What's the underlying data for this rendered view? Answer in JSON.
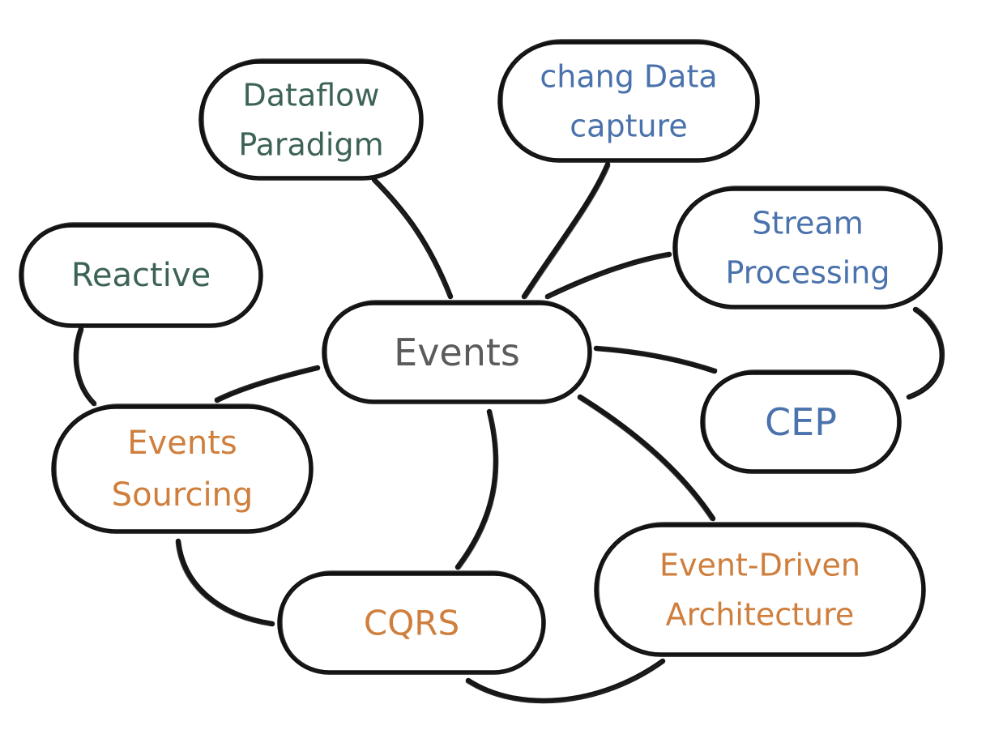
{
  "colors": {
    "center": "#5b5b5b",
    "green": "#3d6358",
    "blue": "#4a72ac",
    "orange": "#cf7e3c",
    "stroke": "#111111"
  },
  "nodes": [
    {
      "id": "events",
      "lines": [
        "Events"
      ],
      "color": "center"
    },
    {
      "id": "dataflow",
      "lines": [
        "Dataflow",
        "Paradigm"
      ],
      "color": "green"
    },
    {
      "id": "change-data-capture",
      "lines": [
        "chang Data",
        "capture"
      ],
      "color": "blue"
    },
    {
      "id": "stream-processing",
      "lines": [
        "Stream",
        "Processing"
      ],
      "color": "blue"
    },
    {
      "id": "reactive",
      "lines": [
        "Reactive"
      ],
      "color": "green"
    },
    {
      "id": "cep",
      "lines": [
        "CEP"
      ],
      "color": "blue"
    },
    {
      "id": "events-sourcing",
      "lines": [
        "Events",
        "Sourcing"
      ],
      "color": "orange"
    },
    {
      "id": "cqrs",
      "lines": [
        "CQRS"
      ],
      "color": "orange"
    },
    {
      "id": "event-driven-architecture",
      "lines": [
        "Event-Driven",
        "Architecture"
      ],
      "color": "orange"
    }
  ]
}
